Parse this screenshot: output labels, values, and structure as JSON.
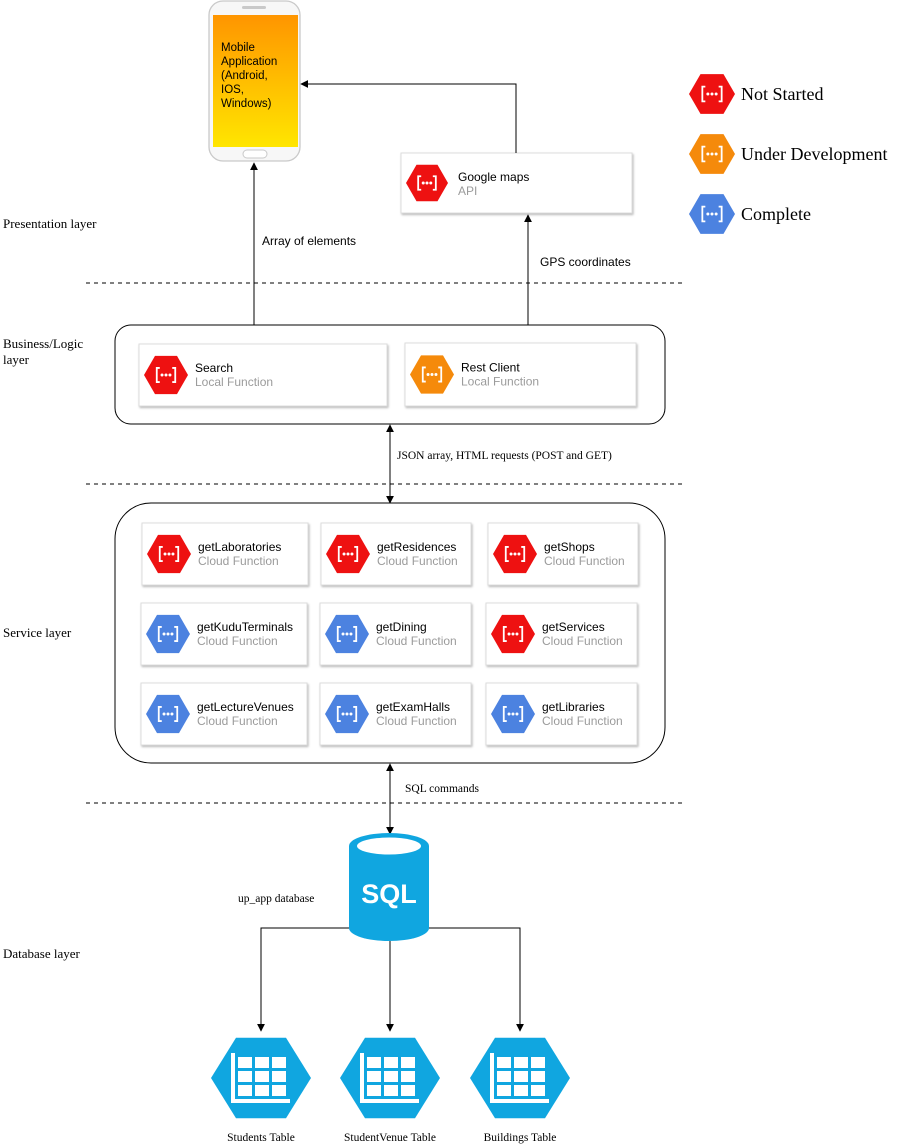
{
  "colors": {
    "not_started": "#ee1111",
    "under_development": "#f58a0b",
    "complete": "#4c82e0",
    "database": "#10a6e0"
  },
  "legend": [
    {
      "label": "Not Started",
      "status": "not_started"
    },
    {
      "label": "Under Development",
      "status": "under_development"
    },
    {
      "label": "Complete",
      "status": "complete"
    }
  ],
  "layers": {
    "presentation": "Presentation layer",
    "business": "Business/Logic layer",
    "service": "Service layer",
    "database": "Database layer"
  },
  "mobile_app": {
    "lines": [
      "Mobile",
      "Application",
      "(Android,",
      "IOS,",
      "Windows)"
    ]
  },
  "google_maps": {
    "title": "Google maps",
    "subtitle": "API",
    "status": "not_started"
  },
  "edges": {
    "array_of_elements": "Array of elements",
    "gps_coordinates": "GPS coordinates",
    "json_requests": "JSON array, HTML requests (POST and GET)",
    "sql_commands": "SQL commands"
  },
  "business_functions": [
    {
      "title": "Search",
      "subtitle": "Local Function",
      "status": "not_started"
    },
    {
      "title": "Rest Client",
      "subtitle": "Local Function",
      "status": "under_development"
    }
  ],
  "cloud_functions": [
    {
      "title": "getLaboratories",
      "subtitle": "Cloud Function",
      "status": "not_started"
    },
    {
      "title": "getResidences",
      "subtitle": "Cloud Function",
      "status": "not_started"
    },
    {
      "title": "getShops",
      "subtitle": "Cloud Function",
      "status": "not_started"
    },
    {
      "title": "getKuduTerminals",
      "subtitle": "Cloud Function",
      "status": "complete"
    },
    {
      "title": "getDining",
      "subtitle": "Cloud Function",
      "status": "complete"
    },
    {
      "title": "getServices",
      "subtitle": "Cloud Function",
      "status": "not_started"
    },
    {
      "title": "getLectureVenues",
      "subtitle": "Cloud Function",
      "status": "complete"
    },
    {
      "title": "getExamHalls",
      "subtitle": "Cloud Function",
      "status": "complete"
    },
    {
      "title": "getLibraries",
      "subtitle": "Cloud Function",
      "status": "complete"
    }
  ],
  "database": {
    "icon_text": "SQL",
    "name": "up_app database",
    "tables": [
      "Students Table",
      "StudentVenue Table",
      "Buildings Table"
    ]
  },
  "icons": {
    "function": "cloud-function-icon",
    "database": "sql-database-icon",
    "table": "table-grid-icon",
    "phone": "smartphone-icon"
  }
}
